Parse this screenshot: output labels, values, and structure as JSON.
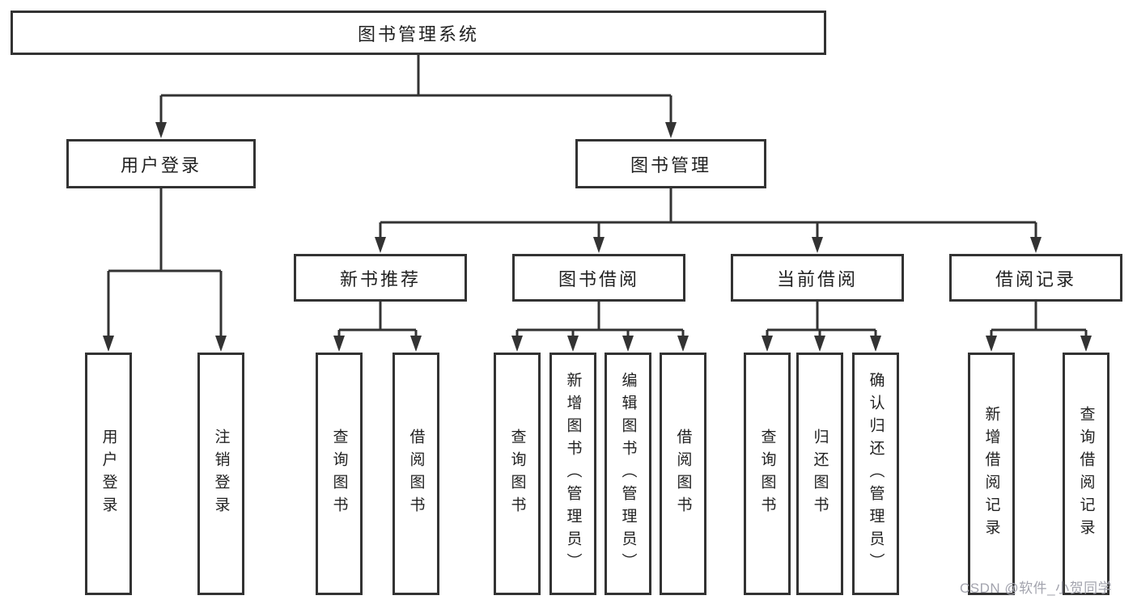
{
  "diagram": {
    "title": "图书管理系统",
    "nodes": {
      "user_login": "用户登录",
      "book_mgmt": "图书管理",
      "new_book_rec": "新书推荐",
      "book_borrow": "图书借阅",
      "current_borrow": "当前借阅",
      "borrow_records": "借阅记录"
    },
    "leaves": {
      "user_login_leaf": "用户登录",
      "logout": "注销登录",
      "rec_query": "查询图书",
      "rec_borrow": "借阅图书",
      "bb_query": "查询图书",
      "bb_add": "新增图书（管理员）",
      "bb_edit": "编辑图书（管理员）",
      "bb_borrow": "借阅图书",
      "cb_query": "查询图书",
      "cb_return": "归还图书",
      "cb_confirm": "确认归还（管理员）",
      "br_add": "新增借阅记录",
      "br_query": "查询借阅记录"
    }
  },
  "watermark": "CSDN @软件_小贺同学",
  "colors": {
    "line": "#333333",
    "box_border": "#333333",
    "text": "#222222",
    "watermark": "#a3a4ae",
    "background": "#ffffff"
  }
}
